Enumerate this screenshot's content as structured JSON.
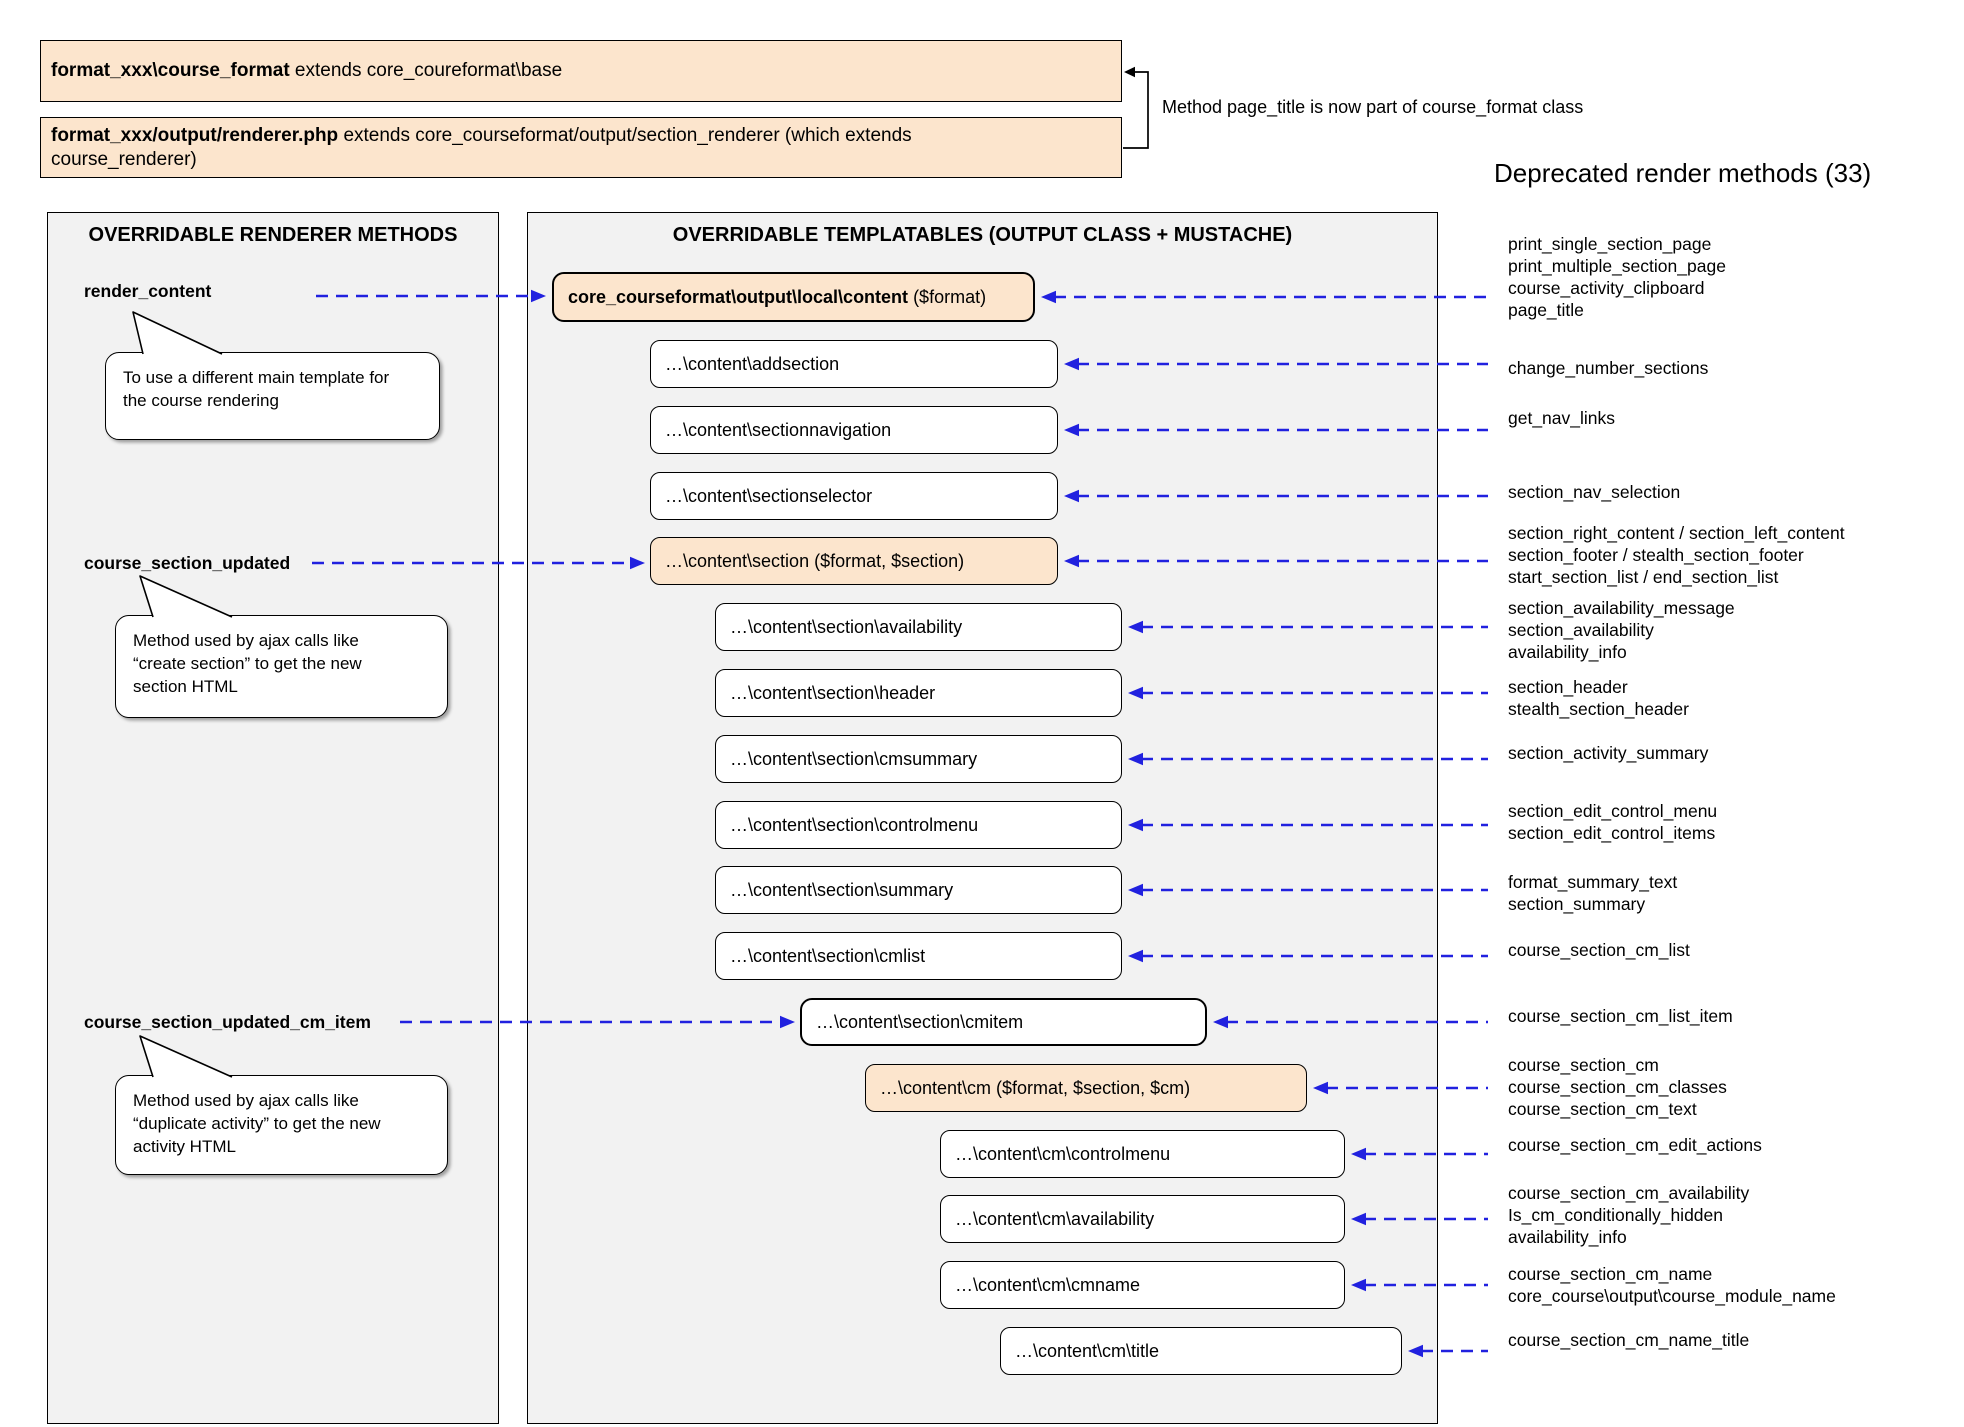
{
  "colors": {
    "arrow_blue": "#2121df",
    "box_orange": "#fce5cd",
    "panel_gray": "#f2f2f2",
    "border_black": "#000000"
  },
  "top": {
    "box1": {
      "bold": "format_xxx\\course_format",
      "rest": " extends core_coureformat\\base"
    },
    "box2": {
      "bold": "format_xxx/output/renderer.php",
      "rest": " extends core_courseformat/output/section_renderer (which extends\ncourse_renderer)"
    },
    "note": "Method page_title is now part of course_format class"
  },
  "left_panel": {
    "title": "OVERRIDABLE RENDERER METHODS",
    "methods": [
      {
        "label": "render_content",
        "bubble": "To use a different main template for\nthe course rendering"
      },
      {
        "label": "course_section_updated",
        "bubble": "Method used by ajax calls like\n“create section” to get the new\nsection HTML"
      },
      {
        "label": "course_section_updated_cm_item",
        "bubble": "Method used by ajax calls like\n“duplicate activity” to get the new\nactivity HTML"
      }
    ]
  },
  "mid_panel": {
    "title": "OVERRIDABLE TEMPLATABLES (OUTPUT CLASS + MUSTACHE)",
    "boxes": [
      {
        "bold": "core_courseformat\\output\\local\\content",
        "rest": " ($format)",
        "level": 0,
        "variant": "orange",
        "emph": true
      },
      {
        "rest": "…\\content\\addsection",
        "level": 1
      },
      {
        "rest": "…\\content\\sectionnavigation",
        "level": 1
      },
      {
        "rest": "…\\content\\sectionselector",
        "level": 1
      },
      {
        "rest": "…\\content\\section ($format, $section)",
        "level": 1,
        "variant": "orange"
      },
      {
        "rest": "…\\content\\section\\availability",
        "level": 2
      },
      {
        "rest": "…\\content\\section\\header",
        "level": 2
      },
      {
        "rest": "…\\content\\section\\cmsummary",
        "level": 2
      },
      {
        "rest": "…\\content\\section\\controlmenu",
        "level": 2
      },
      {
        "rest": "…\\content\\section\\summary",
        "level": 2
      },
      {
        "rest": "…\\content\\section\\cmlist",
        "level": 2
      },
      {
        "rest": "…\\content\\section\\cmitem",
        "level": 3,
        "emph": true
      },
      {
        "rest": "…\\content\\cm ($format, $section, $cm)",
        "level": 4,
        "variant": "orange"
      },
      {
        "rest": "…\\content\\cm\\controlmenu",
        "level": 5
      },
      {
        "rest": "…\\content\\cm\\availability",
        "level": 5
      },
      {
        "rest": "…\\content\\cm\\cmname",
        "level": 5
      },
      {
        "rest": "…\\content\\cm\\title",
        "level": 6
      }
    ]
  },
  "deprecated": {
    "title": "Deprecated render methods (33)",
    "groups": [
      "print_single_section_page\nprint_multiple_section_page\ncourse_activity_clipboard\npage_title",
      "change_number_sections",
      "get_nav_links",
      "section_nav_selection",
      "section_right_content / section_left_content\nsection_footer / stealth_section_footer\nstart_section_list / end_section_list",
      "section_availability_message\nsection_availability\navailability_info",
      "section_header\nstealth_section_header",
      "section_activity_summary",
      "section_edit_control_menu\nsection_edit_control_items",
      "format_summary_text\nsection_summary",
      "course_section_cm_list",
      "course_section_cm_list_item",
      "course_section_cm\ncourse_section_cm_classes\ncourse_section_cm_text",
      "course_section_cm_edit_actions",
      "course_section_cm_availability\nIs_cm_conditionally_hidden\navailability_info",
      "course_section_cm_name\ncore_course\\output\\course_module_name",
      "course_section_cm_name_title"
    ]
  }
}
